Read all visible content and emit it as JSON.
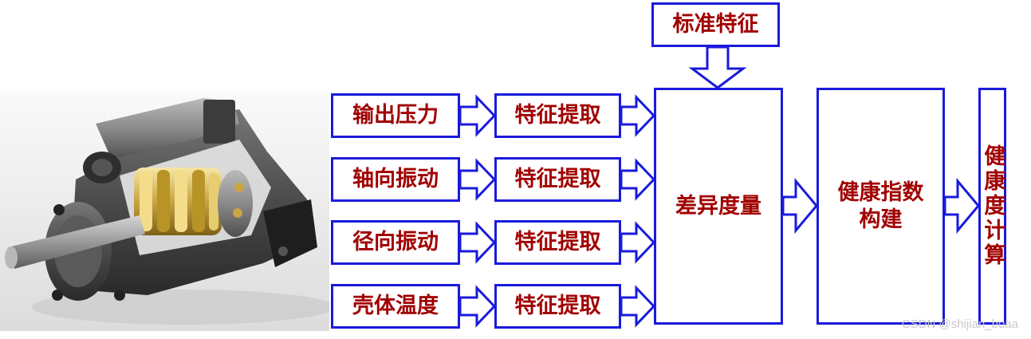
{
  "diagram": {
    "standard_feature": "标准特征",
    "signals": [
      "输出压力",
      "轴向振动",
      "径向振动",
      "壳体温度"
    ],
    "feature_extraction": "特征提取",
    "difference": "差异度量",
    "index_build": "健康指数构建",
    "health_calc": "健康度计算"
  },
  "watermark": "CSDN @shijian_buaa",
  "colors": {
    "border": "#1a1adc",
    "text": "#a10000"
  },
  "image": {
    "subject": "axial piston pump cutaway render"
  }
}
